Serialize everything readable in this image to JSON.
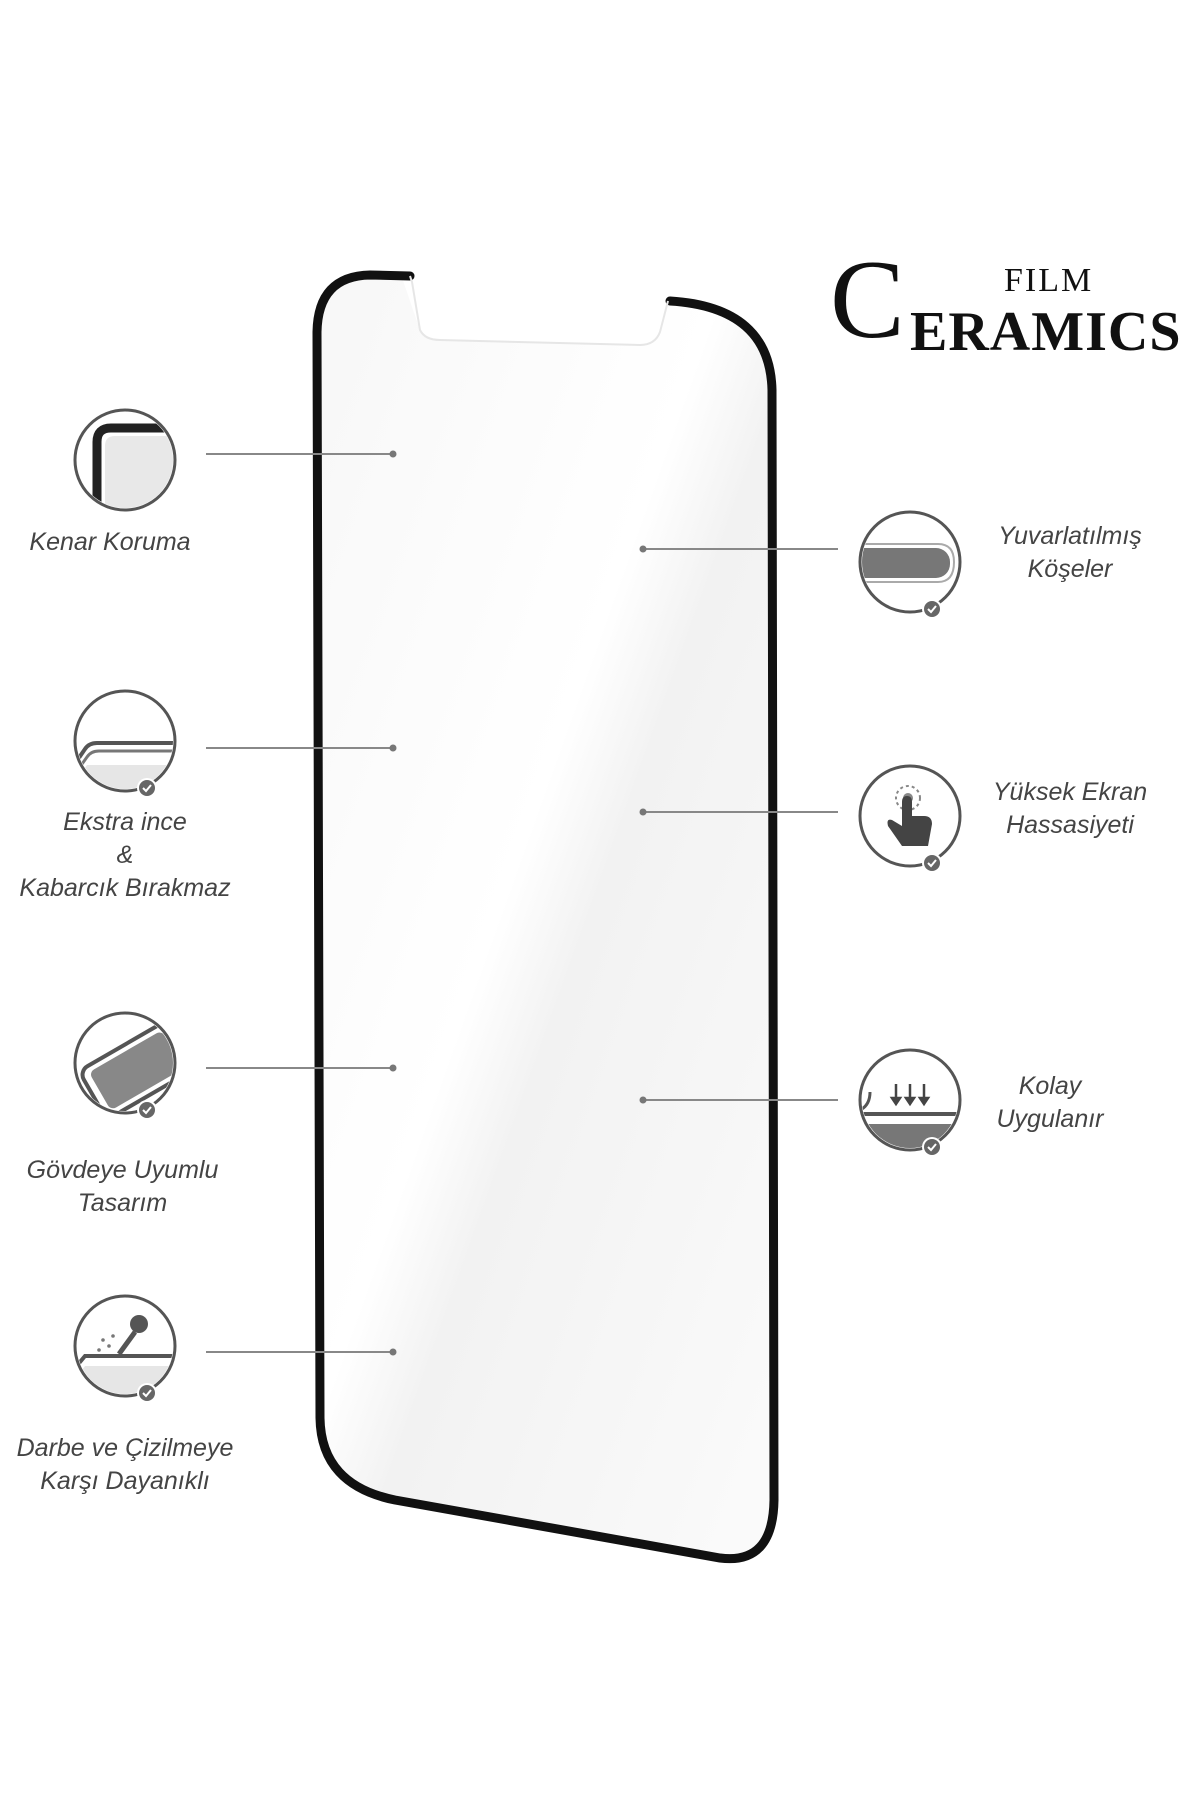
{
  "brand": {
    "initial": "C",
    "film": "FILM",
    "rest": "ERAMICS"
  },
  "features": [
    {
      "id": "edge-protection",
      "icon": "phone-edge-icon",
      "lines": [
        "Kenar Koruma"
      ]
    },
    {
      "id": "extra-thin",
      "icon": "thin-glass-icon",
      "lines": [
        "Ekstra ince",
        "&",
        "Kabarcık Bırakmaz"
      ]
    },
    {
      "id": "body-fit",
      "icon": "phone-body-icon",
      "lines": [
        "Gövdeye Uyumlu",
        "Tasarım"
      ]
    },
    {
      "id": "scratch-resistant",
      "icon": "key-scratch-icon",
      "lines": [
        "Darbe ve Çizilmeye",
        "Karşı Dayanıklı"
      ]
    },
    {
      "id": "rounded-corners",
      "icon": "rounded-corner-icon",
      "lines": [
        "Yuvarlatılmış",
        "Köşeler"
      ]
    },
    {
      "id": "touch-sensitivity",
      "icon": "touch-finger-icon",
      "lines": [
        "Yüksek Ekran",
        "Hassasiyeti"
      ]
    },
    {
      "id": "easy-apply",
      "icon": "arrows-down-icon",
      "lines": [
        "Kolay",
        "Uygulanır"
      ]
    }
  ],
  "colors": {
    "frame": "#111111",
    "icon_stroke": "#555555",
    "connector": "#888888",
    "label": "#444444"
  }
}
